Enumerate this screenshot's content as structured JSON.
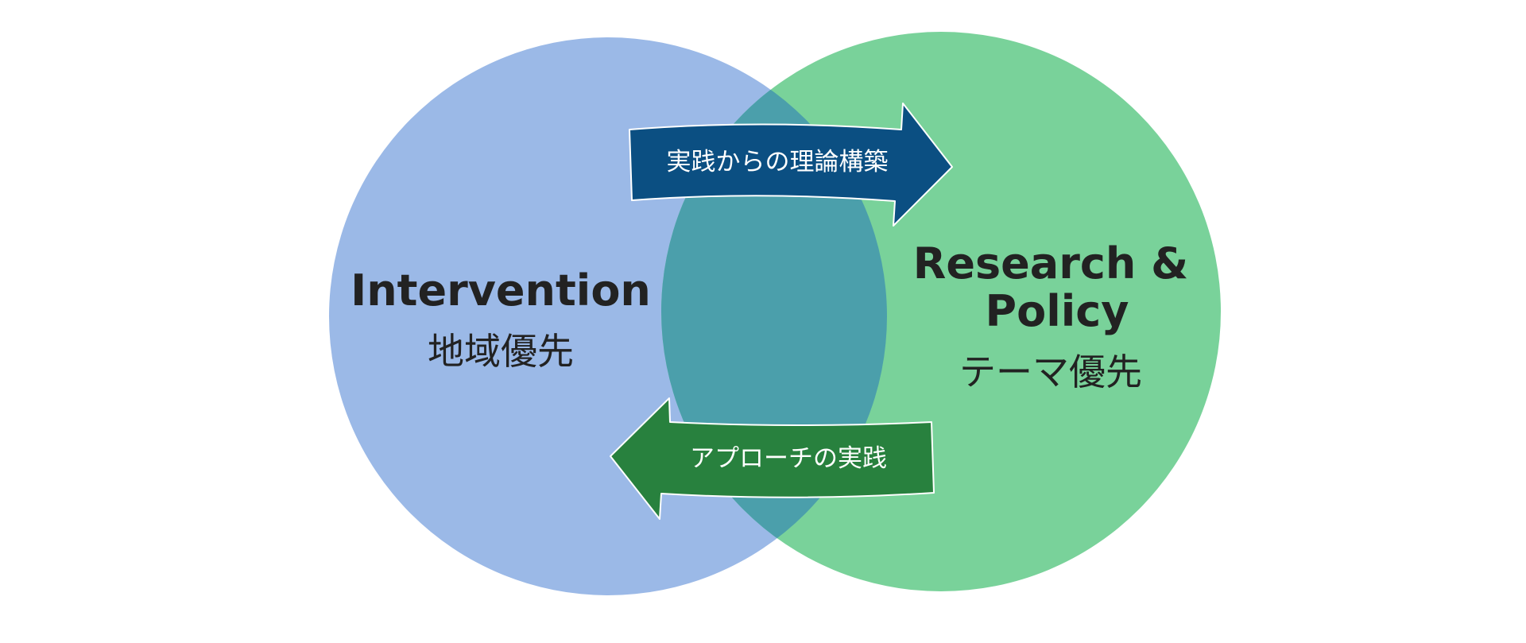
{
  "left_circle": {
    "title": "Intervention",
    "subtitle": "地域優先"
  },
  "right_circle": {
    "title_line1": "Research &",
    "title_line2": "Policy",
    "subtitle": "テーマ優先"
  },
  "arrow_top": {
    "label": "実践からの理論構築"
  },
  "arrow_bottom": {
    "label": "アプローチの実践"
  },
  "colors": {
    "left_circle": "#9bb9e7",
    "right_circle": "#79d29a",
    "overlap": "#4b9fab",
    "arrow_top": "#0b4f82",
    "arrow_bottom": "#28813e"
  }
}
